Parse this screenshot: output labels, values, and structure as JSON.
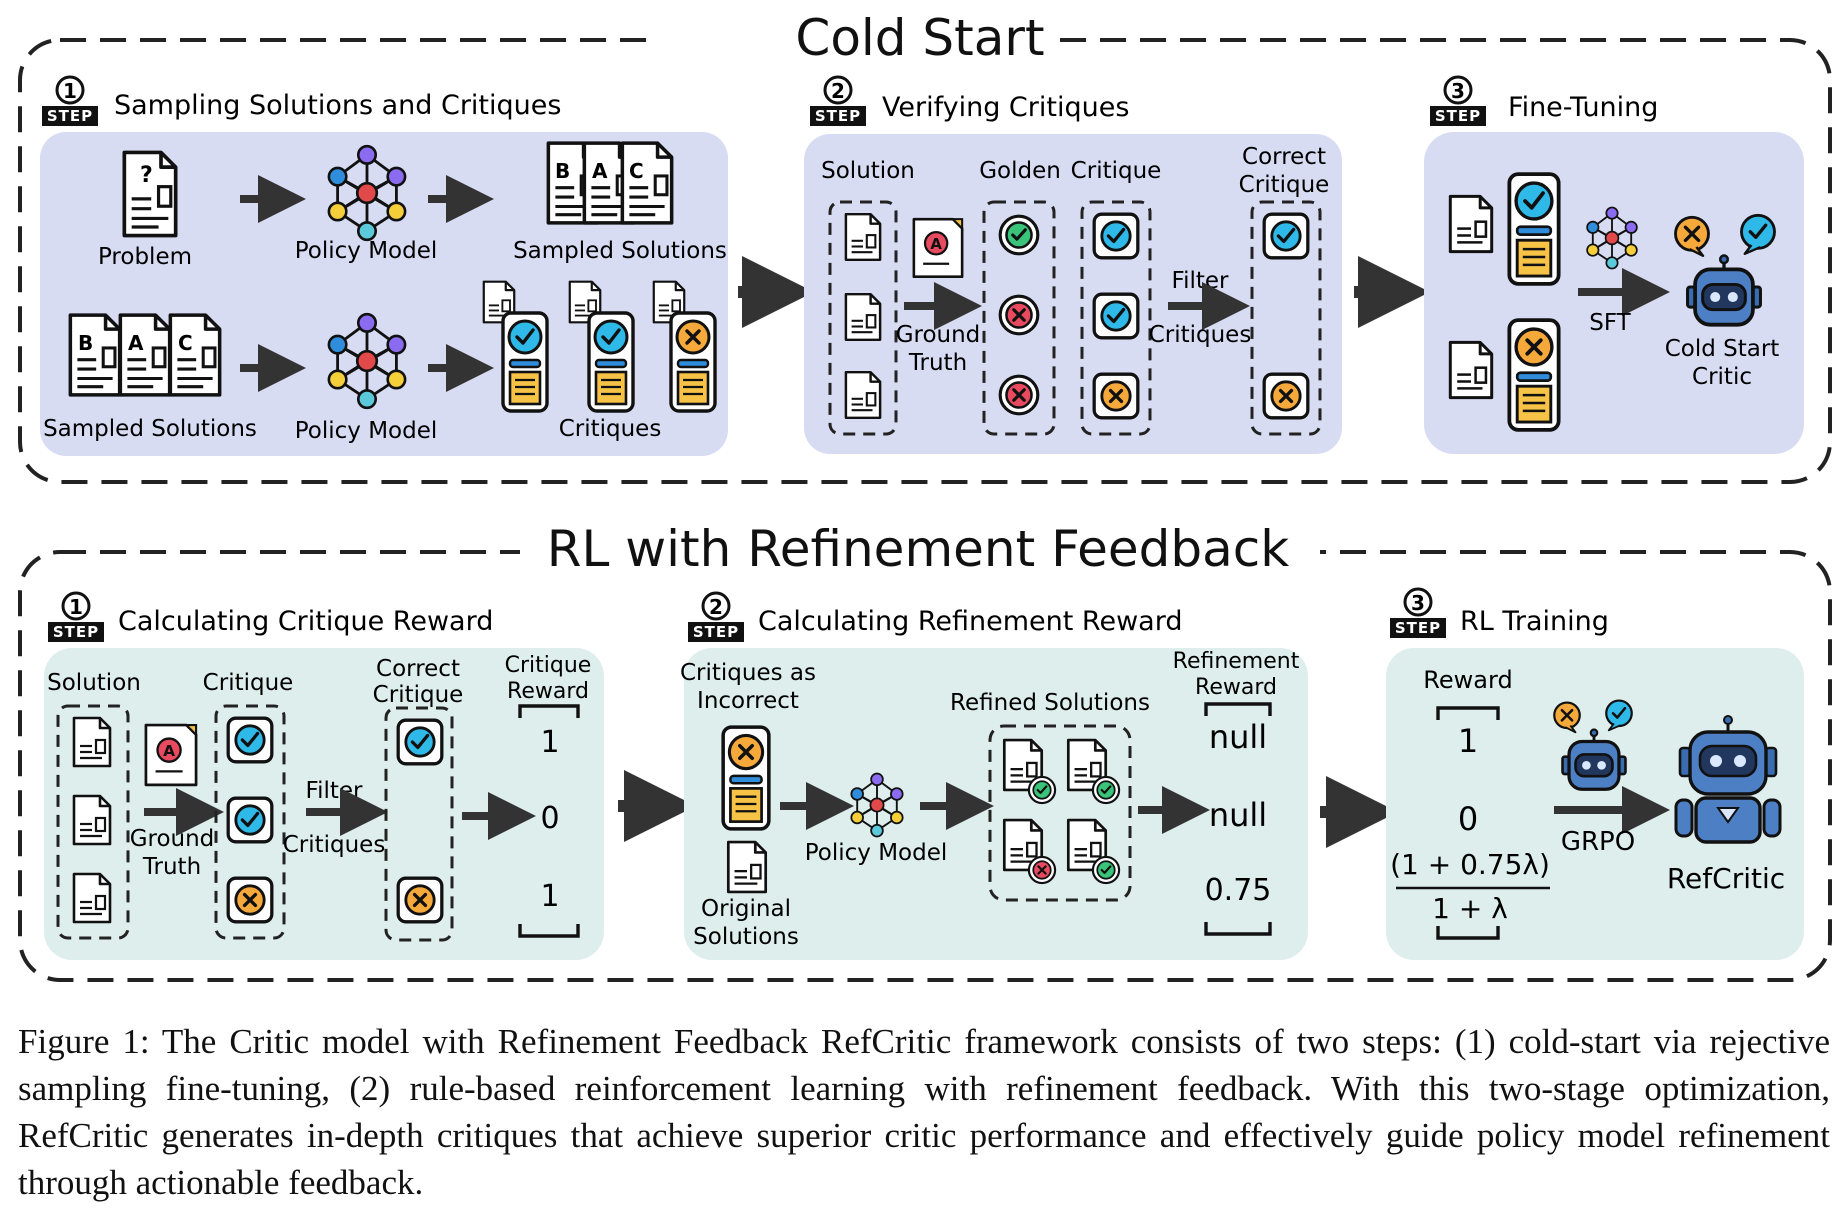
{
  "colors": {
    "cold_panel": "#d8dcf3",
    "rl_panel": "#deeeed",
    "check": "#2fb9e8",
    "cross": "#f5a93b",
    "golden_green": "#39c47a",
    "golden_red": "#e84a5f",
    "doc_yellow": "#f6c347",
    "node_purple": "#8b6bf0",
    "node_red": "#e2494b",
    "node_yellow": "#f5cf3a",
    "node_cyan": "#5cc9da",
    "node_blue": "#2f8ddb",
    "robot_blue": "#3a6db0"
  },
  "cold_start": {
    "title": "Cold Start",
    "step_badge": "STEP",
    "step1": {
      "num": "1",
      "title": "Sampling Solutions and Critiques",
      "problem": "Problem",
      "policy_model_top": "Policy Model",
      "sampled_solutions_top": "Sampled Solutions",
      "sampled_solutions_bottom": "Sampled Solutions",
      "policy_model_bottom": "Policy Model",
      "critiques": "Critiques",
      "doc_letters": [
        "B",
        "A",
        "C"
      ]
    },
    "step2": {
      "num": "2",
      "title": "Verifying Critiques",
      "solution": "Solution",
      "golden": "Golden",
      "critique": "Critique",
      "correct_critique_1": "Correct",
      "correct_critique_2": "Critique",
      "ground_truth_1": "Ground",
      "ground_truth_2": "Truth",
      "filter_1": "Filter",
      "filter_2": "Critiques"
    },
    "step3": {
      "num": "3",
      "title": "Fine-Tuning",
      "sft": "SFT",
      "cold_start_critic_1": "Cold Start",
      "cold_start_critic_2": "Critic"
    }
  },
  "rl": {
    "title": "RL with Refinement Feedback",
    "step_badge": "STEP",
    "step1": {
      "num": "1",
      "title": "Calculating Critique Reward",
      "solution": "Solution",
      "critique": "Critique",
      "correct_critique_1": "Correct",
      "correct_critique_2": "Critique",
      "critique_reward_1": "Critique",
      "critique_reward_2": "Reward",
      "ground_truth_1": "Ground",
      "ground_truth_2": "Truth",
      "filter_1": "Filter",
      "filter_2": "Critiques",
      "rewards": [
        "1",
        "0",
        "1"
      ]
    },
    "step2": {
      "num": "2",
      "title": "Calculating Refinement Reward",
      "critiques_as_incorrect_1": "Critiques as",
      "critiques_as_incorrect_2": "Incorrect",
      "original_solutions_1": "Original",
      "original_solutions_2": "Solutions",
      "policy_model": "Policy Model",
      "refined_solutions": "Refined Solutions",
      "refinement_reward_1": "Refinement",
      "refinement_reward_2": "Reward",
      "rewards": [
        "null",
        "null",
        "0.75"
      ]
    },
    "step3": {
      "num": "3",
      "title": "RL Training",
      "reward": "Reward",
      "values": [
        "1",
        "0"
      ],
      "fraction_numerator": "(1 + 0.75λ)",
      "fraction_denominator": "1 + λ",
      "grpo": "GRPO",
      "refcritic": "RefCritic"
    }
  },
  "caption": "Figure 1: The Critic model with Refinement Feedback RefCritic framework consists of two steps: (1) cold-start via rejective sampling fine-tuning, (2) rule-based reinforcement learning with refinement feedback. With this two-stage optimization, RefCritic generates in-depth critiques that achieve superior critic performance and effectively guide policy model refinement through actionable feedback."
}
